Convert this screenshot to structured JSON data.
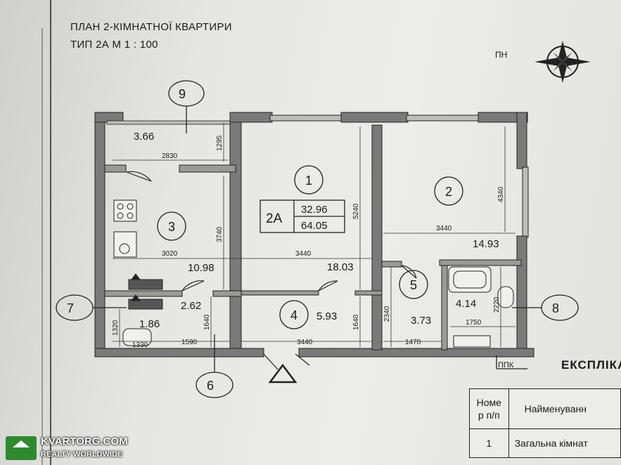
{
  "plan": {
    "title_line1": "ПЛАН 2-КІМНАТНОЇ КВАРТИРИ",
    "title_line2": "ТИП 2А   М 1 : 100",
    "north_label": "ПН",
    "apartment_code": "2А",
    "living_area": "32.96",
    "total_area": "64.05",
    "rooms": [
      {
        "number": "1",
        "area": "18.03"
      },
      {
        "number": "2",
        "area": "14.93"
      },
      {
        "number": "3",
        "area": "10.98"
      },
      {
        "number": "4",
        "area": "5.93"
      },
      {
        "number": "5",
        "area": "3.73"
      },
      {
        "number": "6",
        "area": "2.62"
      },
      {
        "number": "7",
        "area": "1.86"
      },
      {
        "number": "8",
        "area": "4.14"
      },
      {
        "number": "9",
        "area": "3.66"
      }
    ],
    "dimensions": {
      "d2830": "2830",
      "d1295": "1295",
      "d3740": "3740",
      "d3020": "3020",
      "d3440a": "3440",
      "d5240": "5240",
      "d3440b": "3440",
      "d4340": "4340",
      "d1640a": "1640",
      "d1640b": "1640",
      "d2340": "2340",
      "d2220": "2220",
      "d1750": "1750",
      "d1320": "1320",
      "d1330": "1330",
      "d1590": "1590",
      "d3440c": "3440",
      "d1470": "1470"
    },
    "ppk_label": "ППК",
    "explication_title": "ЕКСПЛІКА"
  },
  "explication_table": {
    "header_col1_line1": "Номе",
    "header_col1_line2": "р п/п",
    "header_col2": "Найменуванн",
    "row1_num": "1",
    "row1_name": "Загальна кімнат"
  },
  "watermark": {
    "line1": "KVARTORG.COM",
    "line2": "REALTY WORLDWIDE"
  }
}
